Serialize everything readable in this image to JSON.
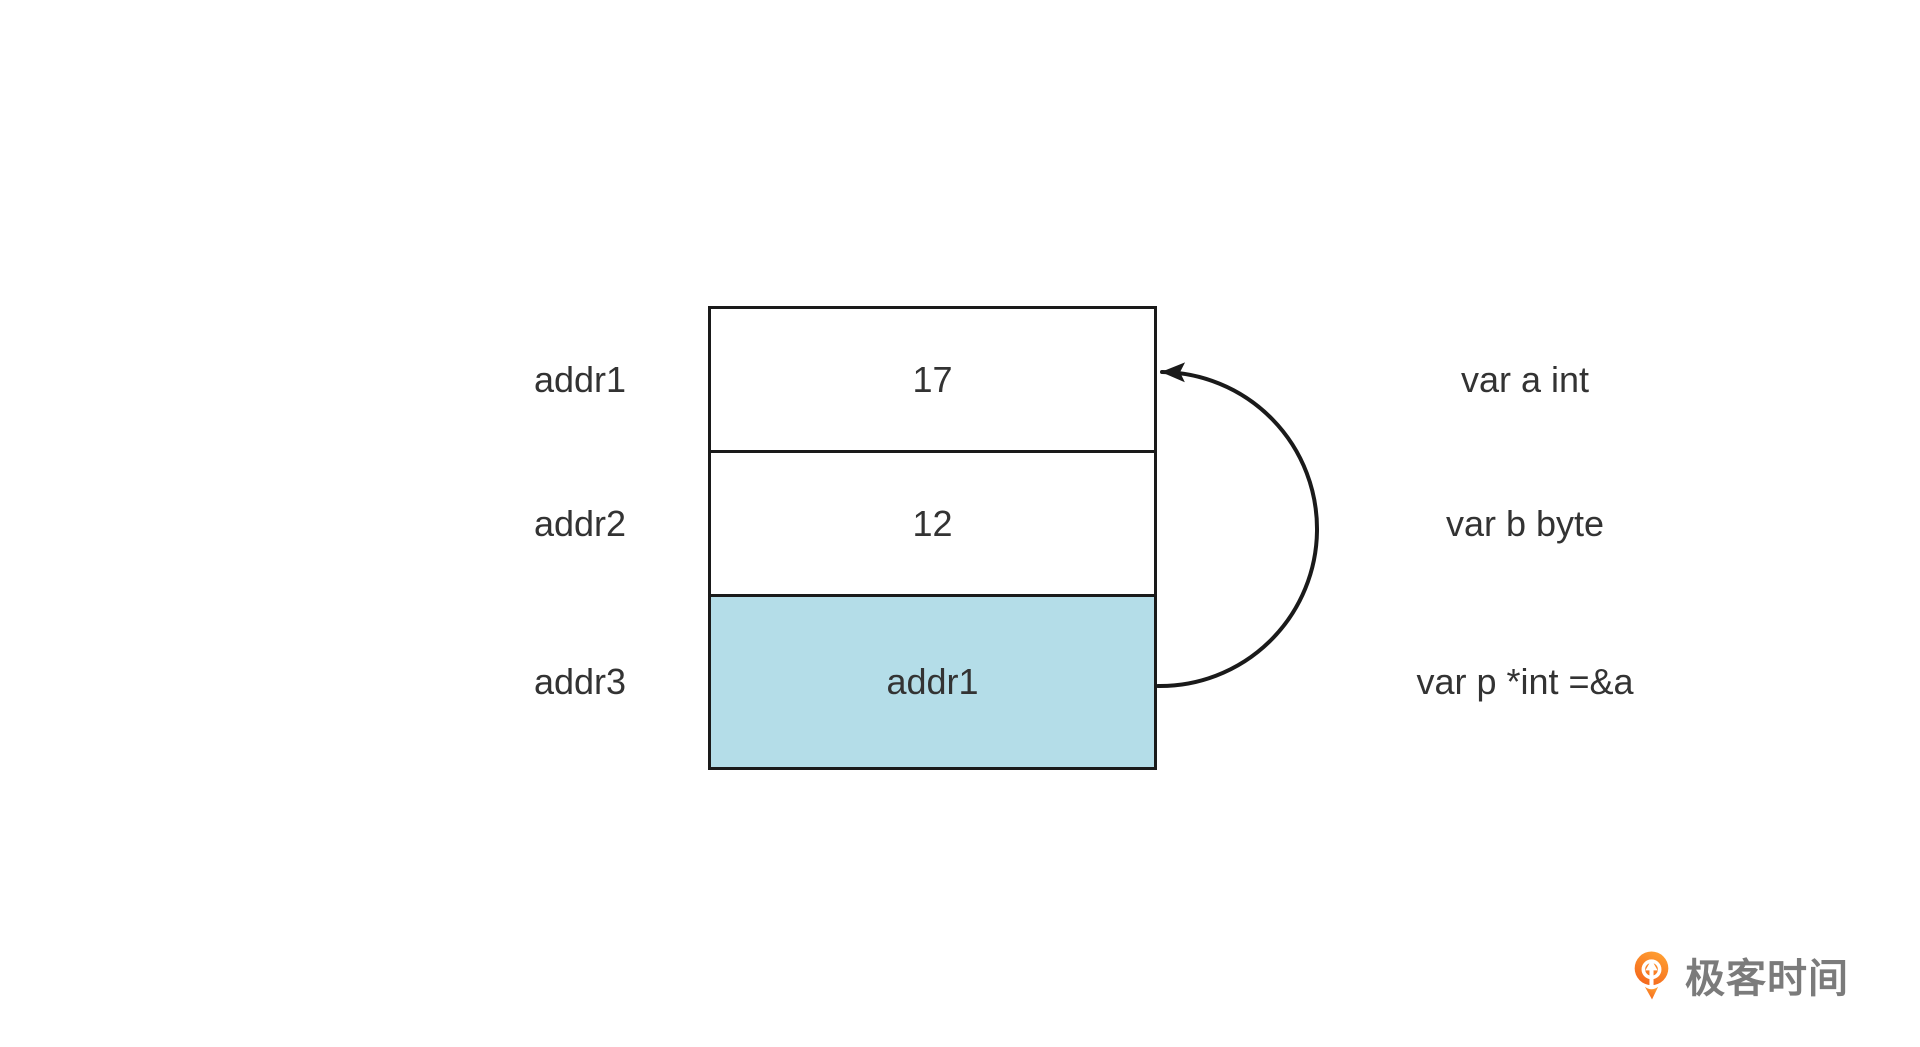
{
  "diagram": {
    "rows": [
      {
        "address": "addr1",
        "value": "17",
        "declaration": "var a int",
        "highlighted": false
      },
      {
        "address": "addr2",
        "value": "12",
        "declaration": "var b byte",
        "highlighted": false
      },
      {
        "address": "addr3",
        "value": "addr1",
        "declaration": "var p *int =&a",
        "highlighted": true
      }
    ],
    "arrow": {
      "from_row": "addr3",
      "to_row": "addr1"
    },
    "colors": {
      "highlight": "#B4DDE8",
      "line": "#1A1A1A",
      "text": "#333333",
      "background": "#FFFFFF"
    }
  },
  "branding": {
    "logo_text": "极客时间",
    "logo_text_color": "#7B7B7B",
    "logo_orange_light": "#FFA033",
    "logo_orange_dark": "#F4661B"
  }
}
